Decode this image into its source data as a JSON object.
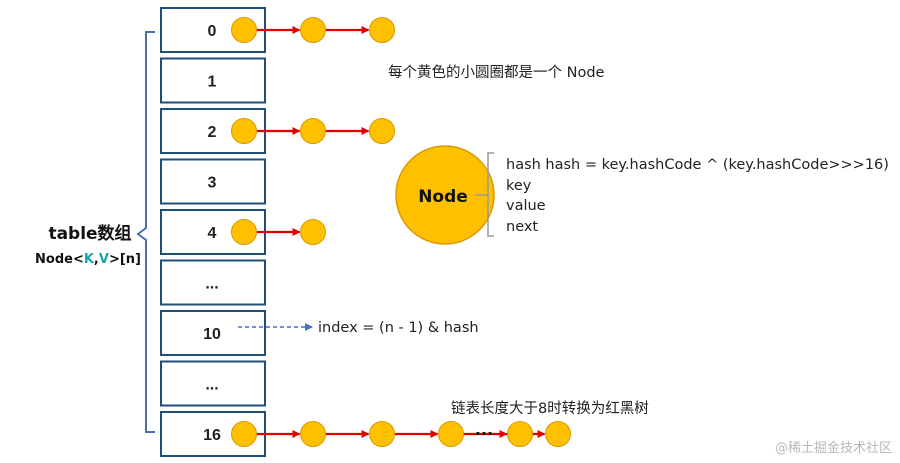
{
  "table": {
    "title": "table数组",
    "type_parts": [
      "Node<",
      "K",
      ",",
      "V",
      ">[n]"
    ],
    "cells": [
      "0",
      "1",
      "2",
      "3",
      "4",
      "...",
      "10",
      "...",
      "16"
    ],
    "colors": {
      "cell_border": "#1f4e79",
      "key_color": "#16a6a6",
      "brace": "#4a6fb0"
    }
  },
  "chains": [
    {
      "row": "0",
      "nodes": 3
    },
    {
      "row": "2",
      "nodes": 3
    },
    {
      "row": "4",
      "nodes": 2
    },
    {
      "row": "16",
      "nodes": 6,
      "ellipsis": "···"
    }
  ],
  "annotations": {
    "node_caption": "每个黄色的小圆圈都是一个 Node",
    "index_formula": "index = (n - 1) & hash",
    "treeify_note": "链表长度大于8时转换为红黑树"
  },
  "node_detail": {
    "label": "Node",
    "fields": [
      "hash  hash = key.hashCode ^ (key.hashCode>>>16)",
      "key",
      "value",
      "next"
    ]
  },
  "watermark": "@稀土掘金技术社区",
  "colors": {
    "node_fill": "#ffc000",
    "node_stroke": "#d99a00",
    "chain_arrow": "#e00000",
    "index_arrow": "#4472c4"
  }
}
